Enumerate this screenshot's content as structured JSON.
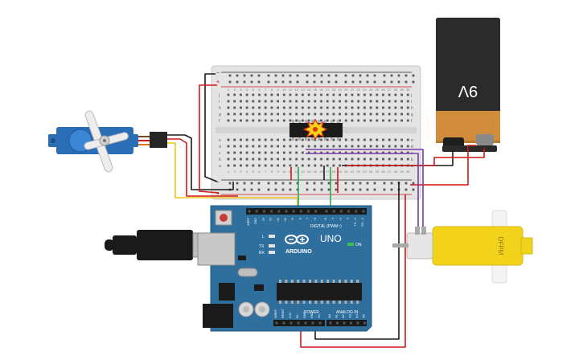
{
  "battery": {
    "label": "9V",
    "colors": {
      "top": "#2b2b2b",
      "bottom": "#d08a3a",
      "terminal": "#7a7a7a"
    }
  },
  "arduino": {
    "brand": "ARDUINO",
    "model": "UNO",
    "on_label": "ON",
    "digital_header": "DIGITAL (PWM~)",
    "power_header": "POWER",
    "analog_header": "ANALOG IN",
    "led_labels": [
      "L",
      "TX",
      "RX"
    ],
    "digital_pins": [
      "AREF",
      "GND",
      "13",
      "12",
      "~11",
      "~10",
      "~9",
      "8",
      "7",
      "~6",
      "~5",
      "4",
      "~3",
      "2",
      "TX→1",
      "RX←0"
    ],
    "power_pins": [
      "IOREF",
      "RESET",
      "3.3V",
      "5V",
      "GND",
      "GND",
      "Vin"
    ],
    "analog_pins": [
      "A0",
      "A1",
      "A2",
      "A3",
      "A4",
      "A5"
    ],
    "colors": {
      "board": "#2f6f9e",
      "dark": "#1d4d73",
      "text": "#ffffff"
    }
  },
  "motor": {
    "label": "DFPM",
    "colors": {
      "body": "#f2d21a",
      "shaft": "#e8e8e8"
    }
  },
  "breadboard": {
    "row_letters_top": [
      "j",
      "i",
      "h",
      "g",
      "f"
    ],
    "row_letters_bottom": [
      "e",
      "d",
      "c",
      "b",
      "a"
    ],
    "col_numbers": [
      "1",
      "2",
      "3",
      "4",
      "5",
      "6",
      "7",
      "8",
      "9",
      "10",
      "11",
      "12",
      "13",
      "14",
      "15",
      "16",
      "17",
      "18",
      "19",
      "20",
      "21",
      "22",
      "23",
      "24",
      "25",
      "26",
      "27",
      "28",
      "29",
      "30"
    ],
    "rail_plus": "+",
    "rail_minus": "−"
  },
  "ic": {
    "status": "error",
    "colors": {
      "body": "#1b1b1b",
      "flash": "#f5d31a"
    }
  },
  "servo": {
    "colors": {
      "body": "#2a6fb5",
      "horn": "#eeeeee"
    }
  },
  "usb": {
    "colors": {
      "plug": "#1a1a1a"
    }
  },
  "wire_colors": {
    "red": "#d01818",
    "black": "#1a1a1a",
    "yellow": "#f0c419",
    "green": "#2fa84f",
    "purple": "#7a3aa8",
    "orange": "#e07818"
  }
}
